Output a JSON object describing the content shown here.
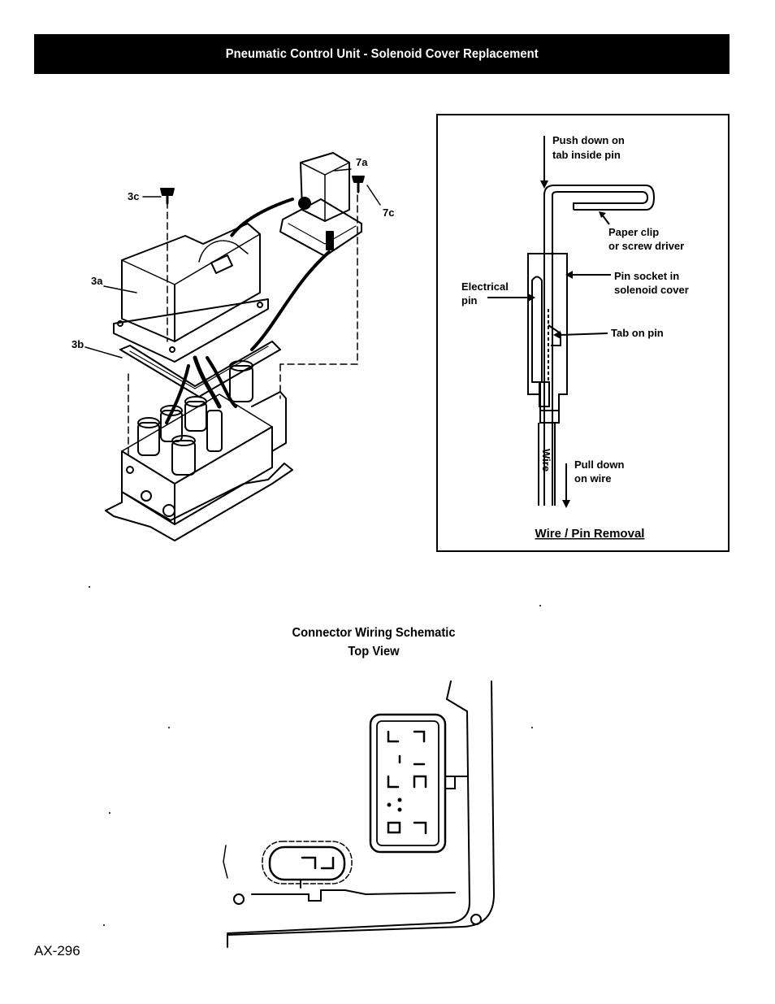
{
  "header": {
    "title": "Pneumatic Control Unit - Solenoid Cover Replacement"
  },
  "exploded_view": {
    "callouts": {
      "c3c": "3c",
      "c3a": "3a",
      "c3b": "3b",
      "c7a": "7a",
      "c7c": "7c"
    }
  },
  "wire_pin_panel": {
    "push_line1": "Push down on",
    "push_line2": "tab inside pin",
    "clip_line1": "Paper clip",
    "clip_line2": "or screw driver",
    "socket_line1": "Pin socket in",
    "socket_line2": "solenoid cover",
    "elec_line1": "Electrical",
    "elec_line2": "pin",
    "tab_label": "Tab on pin",
    "wire_text": "Wire",
    "pull_line1": "Pull down",
    "pull_line2": "on wire",
    "caption": "Wire / Pin Removal"
  },
  "schematic": {
    "title_line1": "Connector Wiring Schematic",
    "title_line2": "Top View"
  },
  "footer": {
    "page_number": "AX-296"
  }
}
